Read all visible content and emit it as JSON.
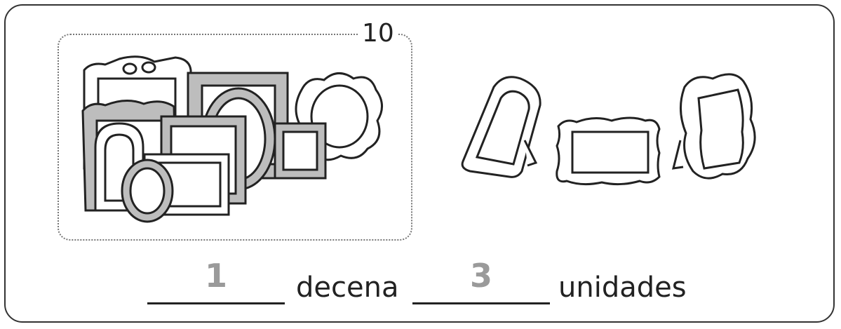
{
  "group": {
    "count_label": "10",
    "frame_count": 10
  },
  "loose": {
    "frame_count": 3
  },
  "answer": {
    "tens_value": "1",
    "tens_word": "decena",
    "units_value": "3",
    "units_word": "unidades"
  },
  "colors": {
    "outline": "#222222",
    "answer_gray": "#9a9a9a",
    "frame_fill": "#ffffff",
    "frame_shade": "#bdbdbd"
  }
}
